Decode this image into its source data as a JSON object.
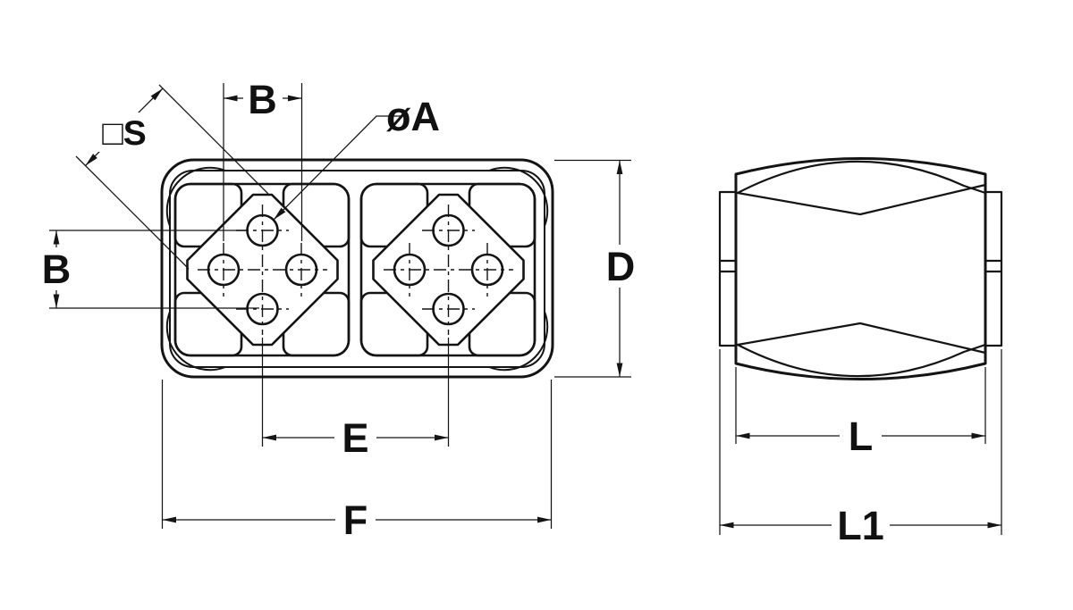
{
  "drawing": {
    "kind": "technical-drawing-two-views",
    "line_color": "#141414",
    "background_color": "#ffffff",
    "front_view": {
      "dim_b_top": "B",
      "dim_b_left": "B",
      "dim_hole_diameter": "øA",
      "dim_square_size": "□S",
      "dim_height": "D",
      "dim_hole_spacing": "E",
      "dim_width": "F"
    },
    "side_view": {
      "dim_body_length": "L",
      "dim_overall_length": "L1"
    }
  }
}
